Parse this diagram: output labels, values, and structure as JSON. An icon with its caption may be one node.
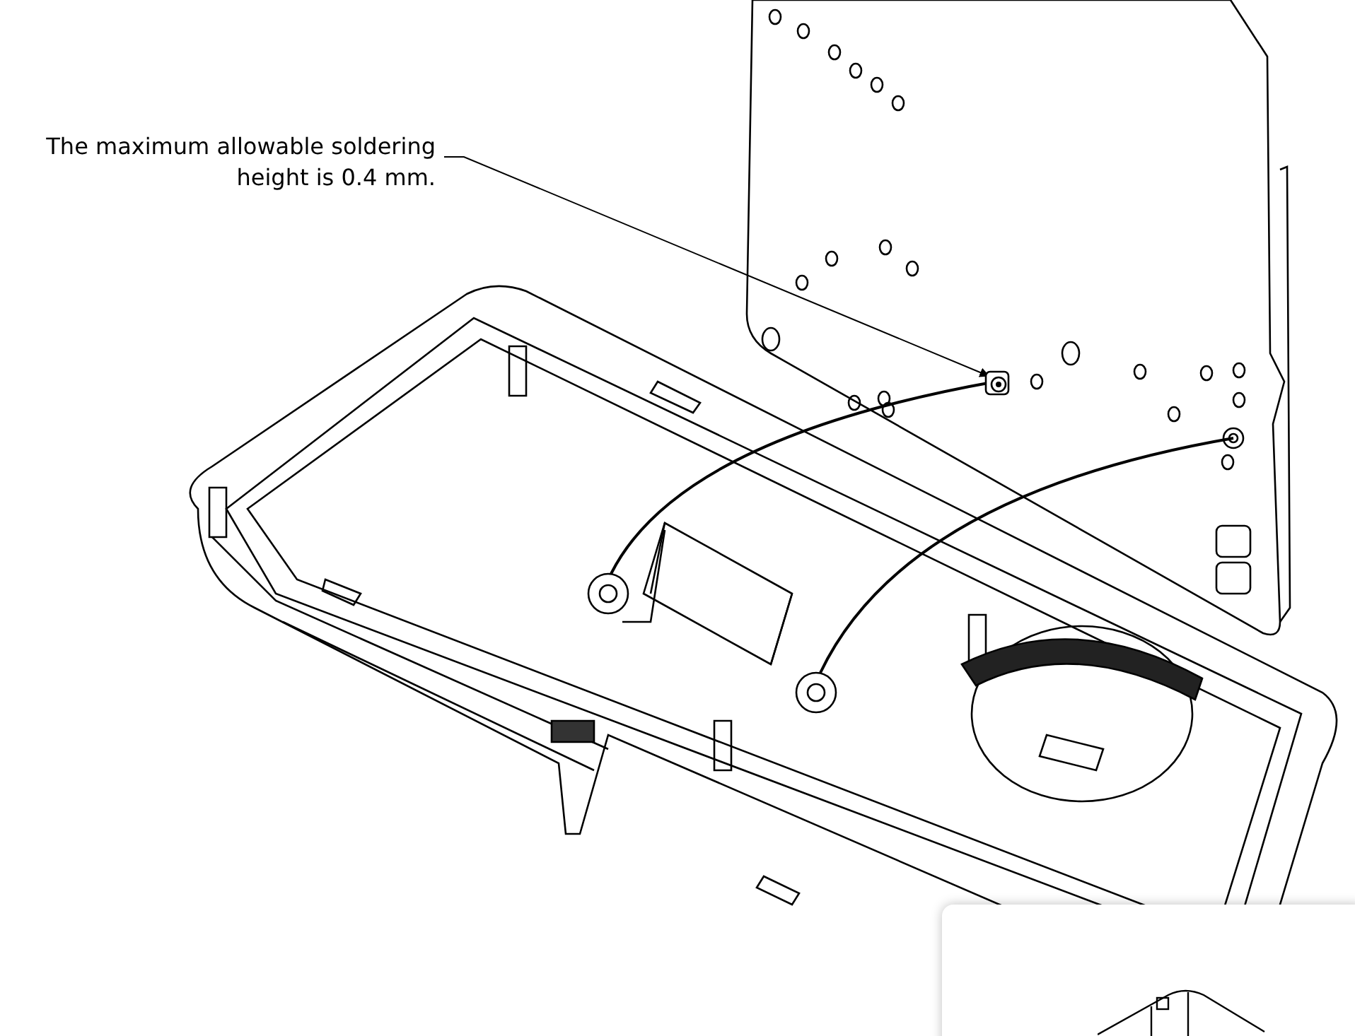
{
  "diagram": {
    "nodes": [
      {
        "text": [
          "The maximum allowable soldering height is 0.4 mm."
        ]
      },
      {
        "text": [],
        "shape": "picture"
      }
    ],
    "edges": [
      {
        "from": 0,
        "to": 1,
        "arrow": "to"
      }
    ]
  }
}
